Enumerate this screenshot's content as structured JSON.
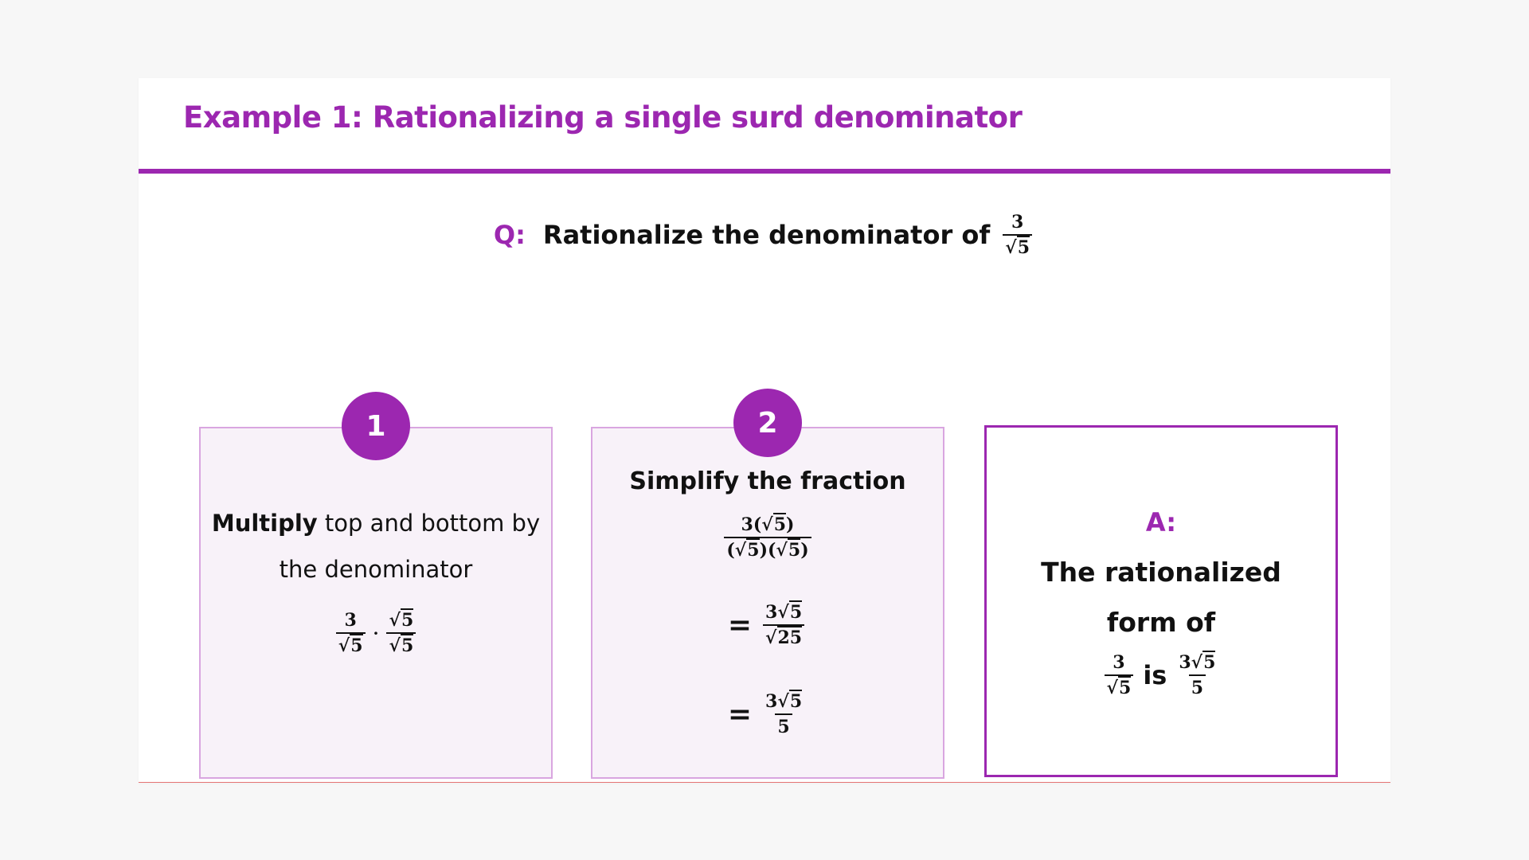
{
  "title": "Example 1: Rationalizing a single surd denominator",
  "question": {
    "label": "Q:",
    "text": "Rationalize the denominator of",
    "num": "3",
    "den_radicand": "5"
  },
  "step1": {
    "number": "1",
    "bold": "Multiply",
    "line1_rest": " top and bottom by",
    "line2": "the denominator",
    "frac_a_num": "3",
    "frac_a_den": "5",
    "dot": "·",
    "frac_b_num": "5",
    "frac_b_den": "5"
  },
  "step2": {
    "number": "2",
    "heading": "Simplify the fraction",
    "l1_num_prefix": "3(",
    "l1_num_rad": "5",
    "l1_num_suffix": ")",
    "l1_den_a": "(",
    "l1_den_rad_a": "5",
    "l1_den_mid": ")(",
    "l1_den_rad_b": "5",
    "l1_den_end": ")",
    "eq": "=",
    "l2_num_coef": "3",
    "l2_num_rad": "5",
    "l2_den_rad": "25",
    "l3_num_coef": "3",
    "l3_num_rad": "5",
    "l3_den": "5"
  },
  "answer": {
    "label": "A:",
    "line1": "The rationalized",
    "line2": "form of",
    "frac_num": "3",
    "frac_den_rad": "5",
    "is": "is",
    "res_coef": "3",
    "res_rad": "5",
    "res_den": "5"
  },
  "colors": {
    "accent": "#9c27b0",
    "step_bg": "#f8f2f9",
    "step_border": "#d9a6e0"
  }
}
